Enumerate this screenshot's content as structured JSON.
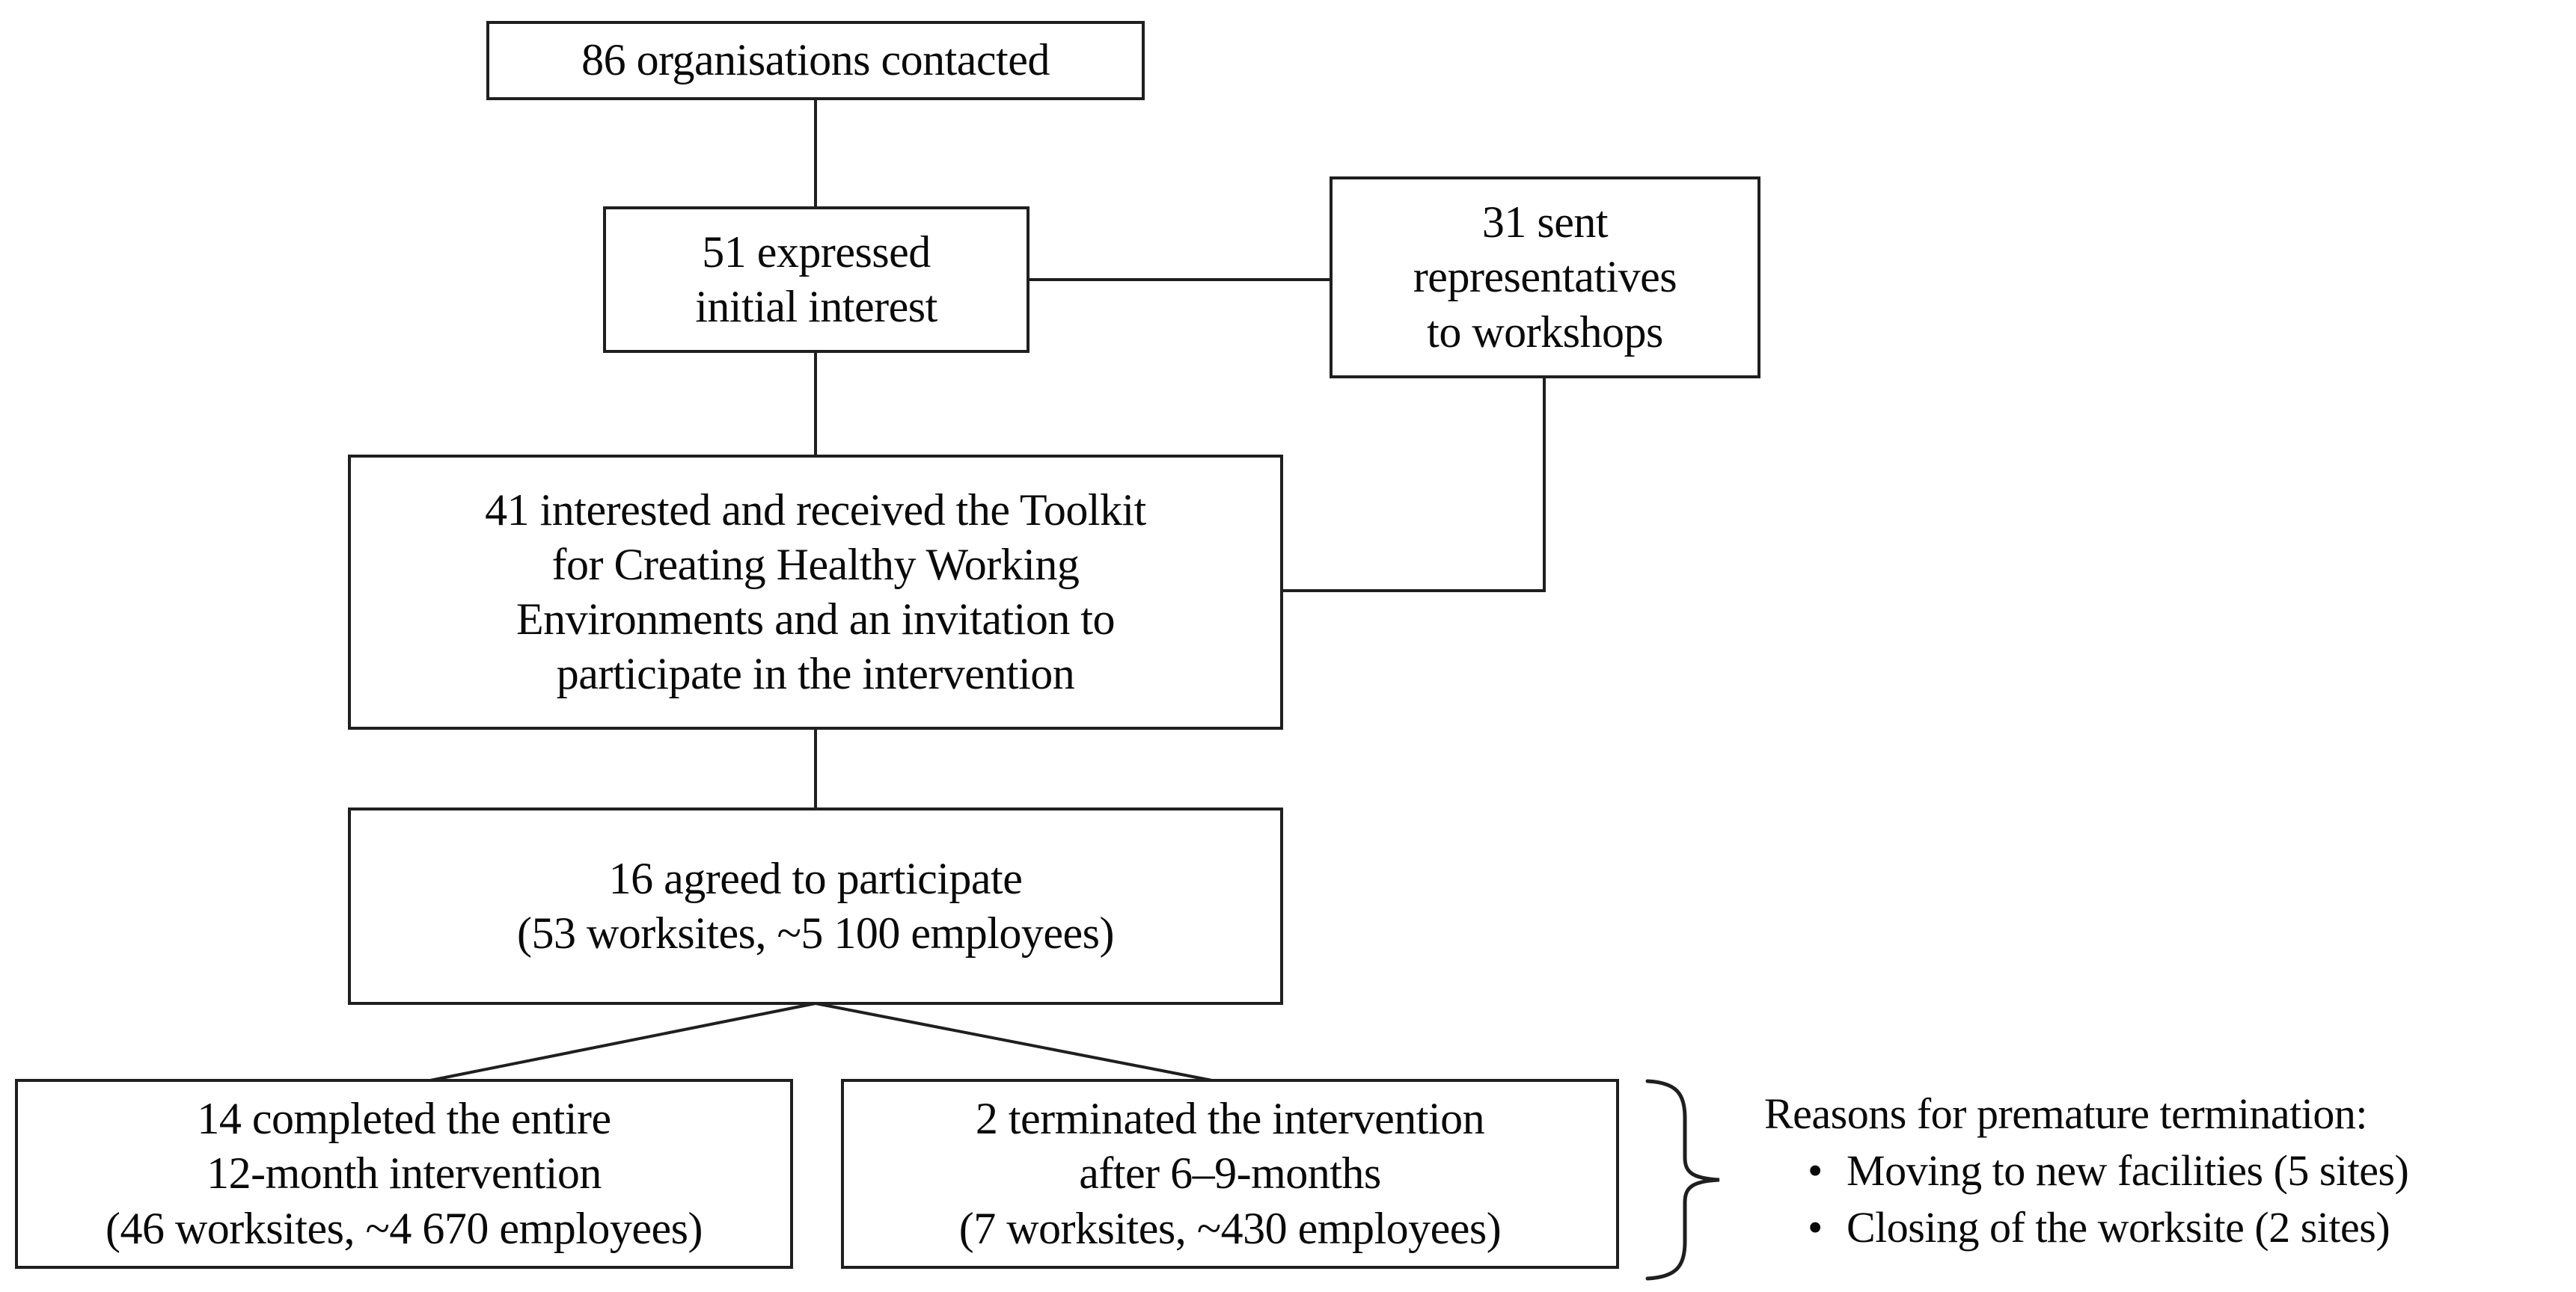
{
  "colors": {
    "line": "#1f1f1f",
    "text": "#0a0a0a",
    "background": "#ffffff"
  },
  "flowchart": {
    "boxes": {
      "contacted": {
        "lines": [
          "86 organisations contacted"
        ]
      },
      "interest": {
        "lines": [
          "51 expressed",
          "initial interest"
        ]
      },
      "workshops": {
        "lines": [
          "31 sent",
          "representatives",
          "to workshops"
        ]
      },
      "toolkit": {
        "lines": [
          "41 interested and received the Toolkit",
          "for Creating Healthy Working",
          "Environments and an invitation to",
          "participate in the intervention"
        ]
      },
      "agreed": {
        "lines": [
          "16 agreed to participate",
          "(53 worksites, ~5 100 employees)"
        ]
      },
      "completed": {
        "lines": [
          "14 completed the entire",
          "12-month intervention",
          "(46 worksites, ~4 670 employees)"
        ]
      },
      "terminated": {
        "lines": [
          "2 terminated the intervention",
          "after 6–9-months",
          "(7 worksites, ~430 employees)"
        ]
      }
    },
    "termination_reasons": {
      "title": "Reasons for premature termination:",
      "bullet_char": "•",
      "items": [
        "Moving to new facilities (5 sites)",
        "Closing of the worksite (2 sites)"
      ]
    }
  }
}
